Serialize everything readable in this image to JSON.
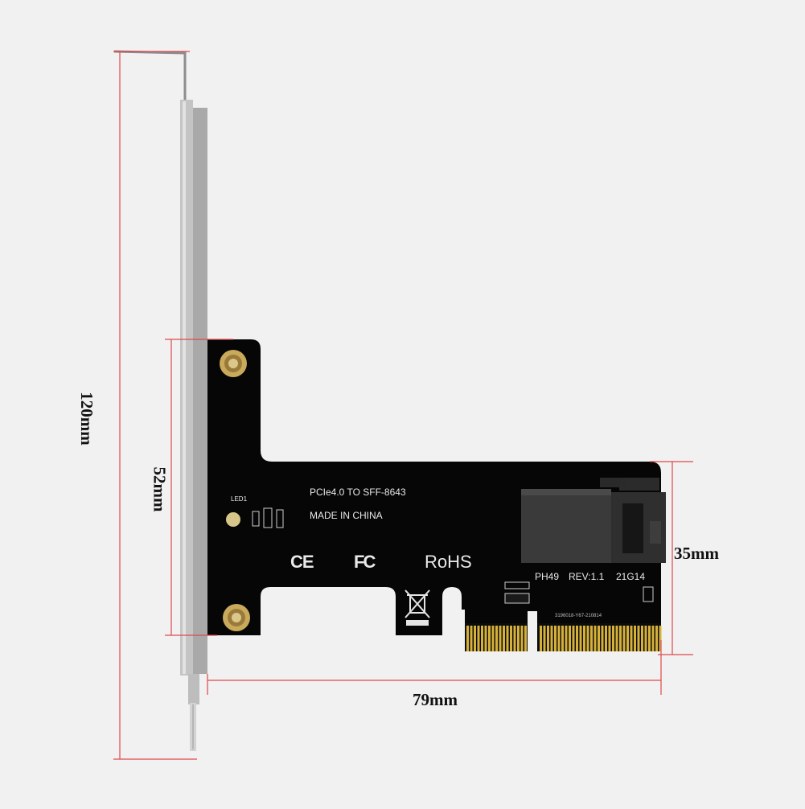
{
  "dimensions": {
    "height_total": "120mm",
    "height_card": "52mm",
    "height_connector": "35mm",
    "width_card": "79mm",
    "line_color": "#e0484b"
  },
  "board": {
    "title_line": "PCIe4.0 TO SFF-8643",
    "origin_line": "MADE IN CHINA",
    "led_label": "LED1",
    "model": "PH49",
    "revision": "REV:1.1",
    "date_code": "21G14",
    "serial": "3196018-Y67-210814",
    "marks": {
      "ce": "CE",
      "fcc": "FC",
      "rohs": "RoHS"
    },
    "pcb_color": "#060606",
    "contact_color": "#d6b13a"
  },
  "icons": [
    "weee-bin-icon",
    "screw-icon",
    "mini-sas-hd-connector-icon"
  ]
}
